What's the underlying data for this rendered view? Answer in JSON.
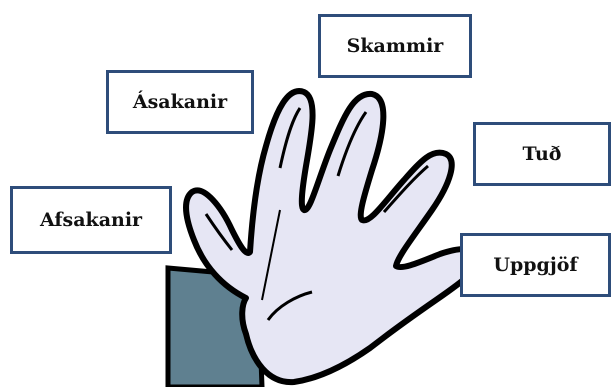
{
  "labels": {
    "skammir": "Skammir",
    "asakanir": "Ásakanir",
    "tud": "Tuð",
    "afsakanir": "Afsakanir",
    "uppgjof": "Uppgjöf"
  },
  "colors": {
    "box_border": "#2e4d7a",
    "glove_fill": "#e6e6f4",
    "sleeve_fill": "#5f8090",
    "outline": "#000000"
  },
  "icons": {
    "hand": "gloved-hand-stop-icon"
  }
}
